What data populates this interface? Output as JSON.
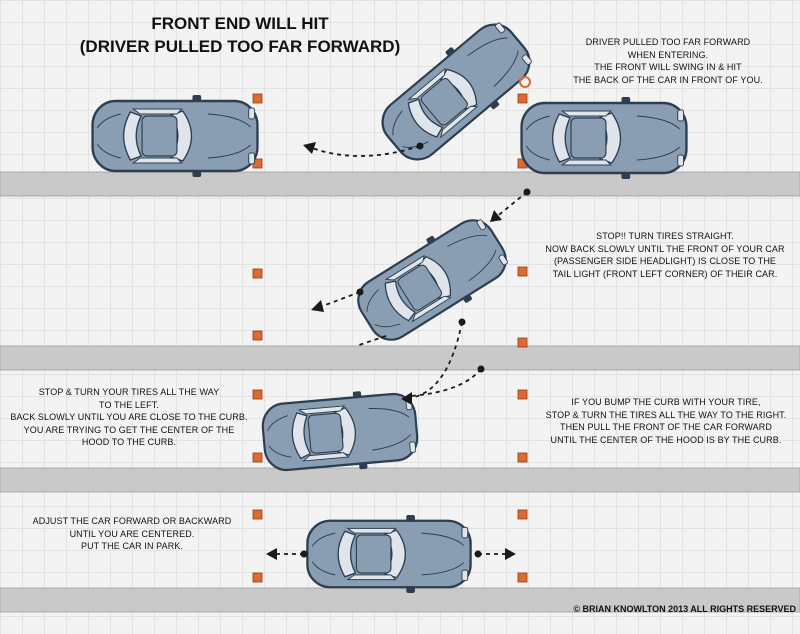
{
  "title": {
    "line1": "FRONT END WILL HIT",
    "line2": "(DRIVER PULLED TOO FAR FORWARD)"
  },
  "notes": {
    "hit_warning": [
      "DRIVER PULLED TOO FAR FORWARD",
      "WHEN ENTERING.",
      "THE FRONT WILL SWING IN & HIT",
      "THE BACK OF THE CAR IN FRONT OF YOU."
    ],
    "straighten": [
      "STOP!! TURN TIRES STRAIGHT.",
      "NOW BACK SLOWLY UNTIL THE FRONT OF YOUR CAR",
      "(PASSENGER SIDE HEADLIGHT) IS CLOSE TO THE",
      "TAIL LIGHT (FRONT LEFT CORNER) OF THEIR CAR."
    ],
    "turn_left": [
      "STOP & TURN YOUR TIRES ALL THE WAY",
      "TO THE LEFT.",
      "BACK SLOWLY UNTIL YOU ARE CLOSE TO THE CURB.",
      "YOU ARE TRYING TO GET THE CENTER OF THE",
      "HOOD TO THE CURB."
    ],
    "curb_bump": [
      "IF YOU BUMP THE CURB WITH YOUR TIRE,",
      "STOP & TURN THE TIRES ALL THE WAY TO THE RIGHT.",
      "THEN PULL THE FRONT OF THE CAR FORWARD",
      "UNTIL THE CENTER OF THE HOOD IS BY THE CURB."
    ],
    "adjust": [
      "ADJUST THE CAR FORWARD OR BACKWARD",
      "UNTIL YOU ARE CENTERED.",
      "PUT THE CAR IN PARK."
    ]
  },
  "copyright": "© BRIAN KNOWLTON 2013 ALL RIGHTS RESERVED",
  "colors": {
    "curb": "#c9c9c9",
    "curb_edge": "#a8a8a8",
    "car_body": "#8a9eb3",
    "car_outline": "#2d3e50",
    "car_glass": "#dfe5ea",
    "marker": "#dd6a33",
    "arrow": "#1a1a1a"
  }
}
